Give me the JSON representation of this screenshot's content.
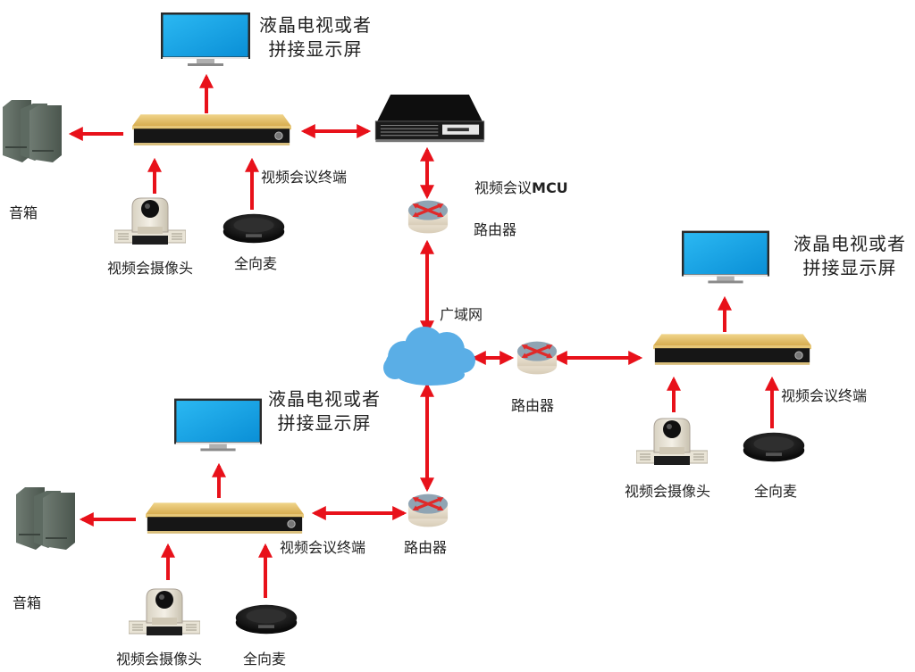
{
  "diagram": {
    "title": "",
    "colors": {
      "arrow": "#e8111a",
      "cloud": "#5aaee6",
      "screen": "#12a5e8",
      "terminal_top": "#dcb65e"
    },
    "sites": [
      {
        "id": "site-top-left",
        "display": {
          "label_line1": "液晶电视或者",
          "label_line2": "拼接显示屏"
        },
        "terminal": {
          "label": "视频会议终端"
        },
        "speaker": {
          "label": "音箱"
        },
        "camera": {
          "label": "视频会摄像头"
        },
        "microphone": {
          "label": "全向麦"
        }
      },
      {
        "id": "site-right",
        "display": {
          "label_line1": "液晶电视或者",
          "label_line2": "拼接显示屏"
        },
        "terminal": {
          "label": "视频会议终端"
        },
        "camera": {
          "label": "视频会摄像头"
        },
        "microphone": {
          "label": "全向麦"
        }
      },
      {
        "id": "site-bottom-left",
        "display": {
          "label_line1": "液晶电视或者",
          "label_line2": "拼接显示屏"
        },
        "terminal": {
          "label": "视频会议终端"
        },
        "speaker": {
          "label": "音箱"
        },
        "camera": {
          "label": "视频会摄像头"
        },
        "microphone": {
          "label": "全向麦"
        }
      }
    ],
    "mcu": {
      "label_cn": "视频会议",
      "label_latin": "MCU"
    },
    "routers": [
      {
        "id": "router-mcu",
        "label": "路由器"
      },
      {
        "id": "router-right",
        "label": "路由器"
      },
      {
        "id": "router-bottom",
        "label": "路由器"
      }
    ],
    "wan": {
      "label": "广域网"
    },
    "connections": [
      {
        "from": "site-top-left.terminal",
        "to": "site-top-left.display",
        "direction": "one-way"
      },
      {
        "from": "site-top-left.terminal",
        "to": "site-top-left.speaker",
        "direction": "one-way"
      },
      {
        "from": "site-top-left.camera",
        "to": "site-top-left.terminal",
        "direction": "one-way"
      },
      {
        "from": "site-top-left.microphone",
        "to": "site-top-left.terminal",
        "direction": "one-way"
      },
      {
        "from": "site-top-left.terminal",
        "to": "mcu",
        "direction": "two-way"
      },
      {
        "from": "mcu",
        "to": "router-mcu",
        "direction": "two-way"
      },
      {
        "from": "router-mcu",
        "to": "wan",
        "direction": "two-way"
      },
      {
        "from": "wan",
        "to": "router-right",
        "direction": "two-way"
      },
      {
        "from": "router-right",
        "to": "site-right.terminal",
        "direction": "two-way"
      },
      {
        "from": "site-right.terminal",
        "to": "site-right.display",
        "direction": "one-way"
      },
      {
        "from": "site-right.camera",
        "to": "site-right.terminal",
        "direction": "one-way"
      },
      {
        "from": "site-right.microphone",
        "to": "site-right.terminal",
        "direction": "one-way"
      },
      {
        "from": "wan",
        "to": "router-bottom",
        "direction": "two-way"
      },
      {
        "from": "router-bottom",
        "to": "site-bottom-left.terminal",
        "direction": "two-way"
      },
      {
        "from": "site-bottom-left.terminal",
        "to": "site-bottom-left.display",
        "direction": "one-way"
      },
      {
        "from": "site-bottom-left.terminal",
        "to": "site-bottom-left.speaker",
        "direction": "one-way"
      },
      {
        "from": "site-bottom-left.camera",
        "to": "site-bottom-left.terminal",
        "direction": "one-way"
      },
      {
        "from": "site-bottom-left.microphone",
        "to": "site-bottom-left.terminal",
        "direction": "one-way"
      }
    ]
  }
}
